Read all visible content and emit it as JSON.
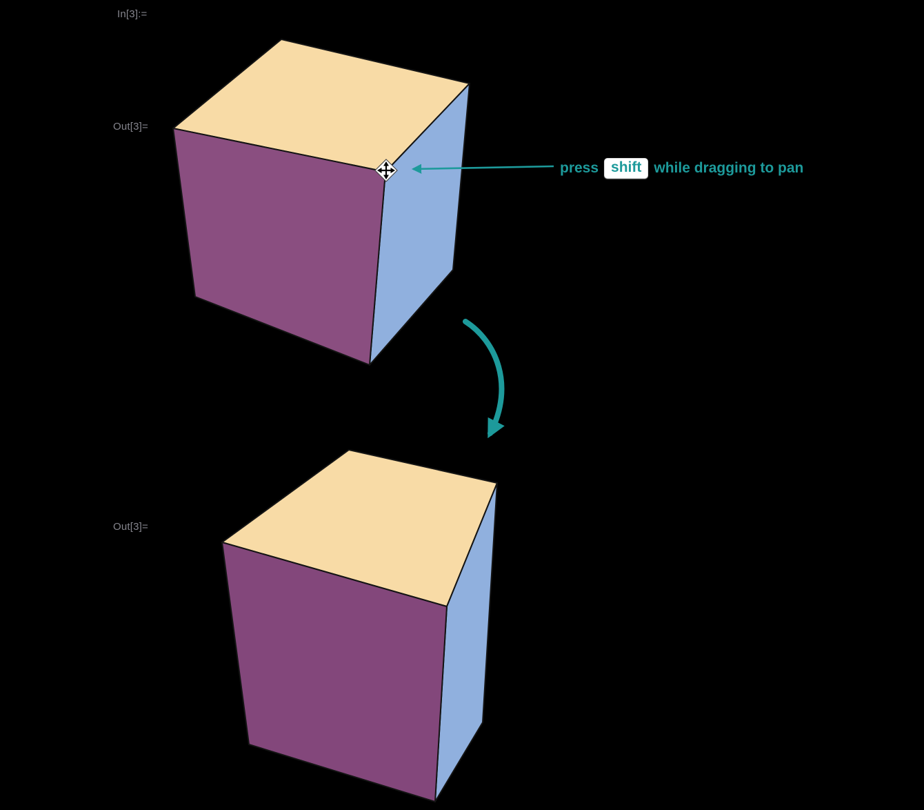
{
  "notebook": {
    "in_label": "In[3]:=",
    "out_label_top": "Out[3]=",
    "out_label_bottom": "Out[3]="
  },
  "annotation": {
    "press": "press",
    "key": "shift",
    "rest": "while dragging to pan"
  },
  "colors": {
    "background": "#000000",
    "label_gray": "#85858d",
    "teal": "#1d9a9b",
    "cube_top": "#f8dba6",
    "cube_front_top": "#8a4e80",
    "cube_side_top": "#90b0de",
    "cube_front_bottom": "#83477b",
    "cube_side_bottom": "#90b0de",
    "cursor_fill": "#ffffff",
    "cursor_glyph": "#000000"
  }
}
